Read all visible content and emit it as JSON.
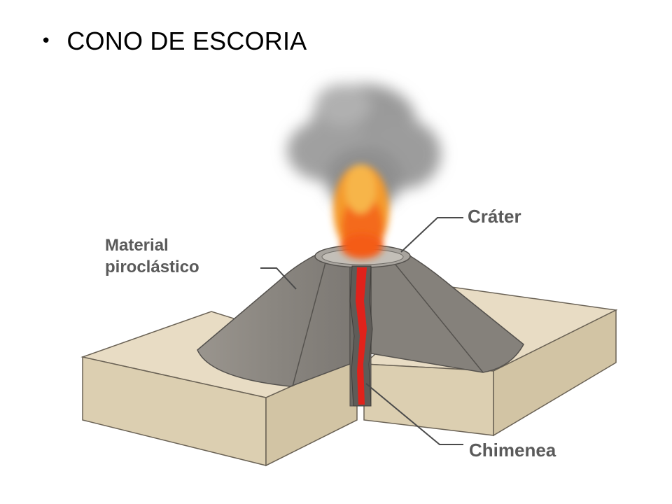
{
  "slide": {
    "bullet": "•",
    "title": "CONO DE ESCORIA"
  },
  "diagram": {
    "labels": {
      "material_line1": "Material",
      "material_line2": "piroclástico",
      "crater": "Cráter",
      "chimenea": "Chimenea"
    },
    "colors": {
      "ground_top": "#e8dcc4",
      "ground_side": "#ddd0b3",
      "cone": "#8c8882",
      "cone_shadow": "#6e6b66",
      "magma": "#e0221b",
      "fire": "#f47a1f",
      "smoke": "#8f8f8f",
      "label": "#5a5a5a"
    }
  }
}
